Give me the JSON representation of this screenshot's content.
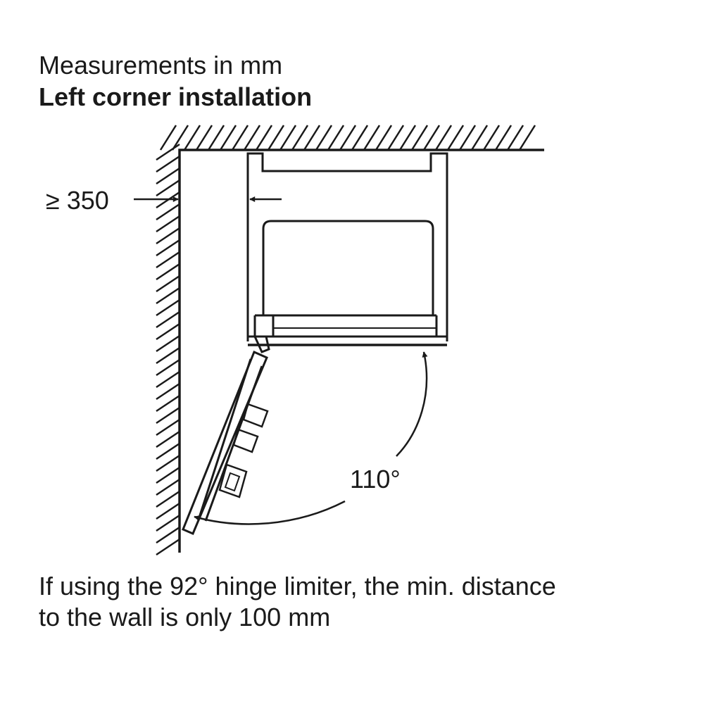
{
  "header": {
    "units": "Measurements in mm",
    "title": "Left corner installation"
  },
  "dimensions": {
    "min_side_clearance": "≥ 350",
    "door_opening_angle": "110°"
  },
  "footer": {
    "note_line1": "If using the 92° hinge limiter, the min. distance",
    "note_line2": "to the wall is only 100 mm"
  },
  "colors": {
    "line": "#1a1a1a",
    "background": "#ffffff"
  }
}
